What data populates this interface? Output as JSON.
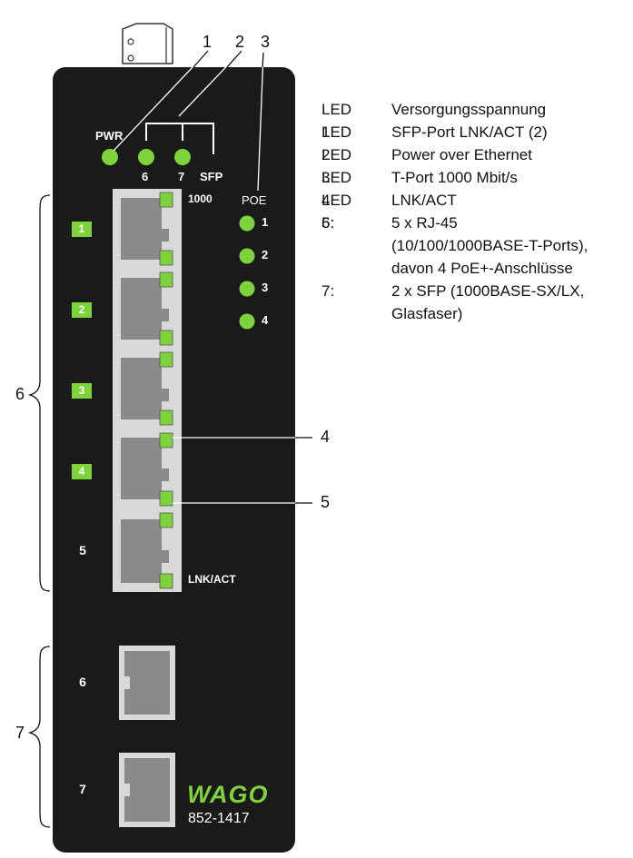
{
  "callouts": {
    "c1": "1",
    "c2": "2",
    "c3": "3",
    "c4": "4",
    "c5": "5",
    "c6": "6",
    "c7": "7"
  },
  "device": {
    "pwr_label": "PWR",
    "sfp_led_numbers": [
      "6",
      "7"
    ],
    "sfp_label": "SFP",
    "speed_label": "1000",
    "poe_label": "POE",
    "poe_numbers": [
      "1",
      "2",
      "3",
      "4"
    ],
    "port_numbers": [
      "1",
      "2",
      "3",
      "4",
      "5"
    ],
    "lnkact_label": "LNK/ACT",
    "sfp_port_numbers": [
      "6",
      "7"
    ],
    "brand": "WAGO",
    "model": "852-1417"
  },
  "legend": [
    {
      "key": "LED 1:",
      "lines": [
        "Versorgungsspannung"
      ]
    },
    {
      "key": "LED 2:",
      "lines": [
        "SFP-Port LNK/ACT (2)"
      ]
    },
    {
      "key": "LED 3:",
      "lines": [
        "Power over Ethernet"
      ]
    },
    {
      "key": "LED 4:",
      "lines": [
        "T-Port 1000 Mbit/s"
      ]
    },
    {
      "key": "LED 5:",
      "lines": [
        "LNK/ACT"
      ]
    },
    {
      "key": "6:",
      "lines": [
        "5 x RJ-45",
        "(10/100/1000BASE-T-Ports),",
        "davon 4 PoE+-Anschlüsse"
      ]
    },
    {
      "key": "7:",
      "lines": [
        "2 x SFP (1000BASE-SX/LX,",
        "Glasfaser)"
      ]
    }
  ],
  "colors": {
    "housing": "#1a1a1a",
    "led": "#7fd33a",
    "port_frame": "#d9d9d9",
    "port_fill": "#8a8a8a"
  }
}
